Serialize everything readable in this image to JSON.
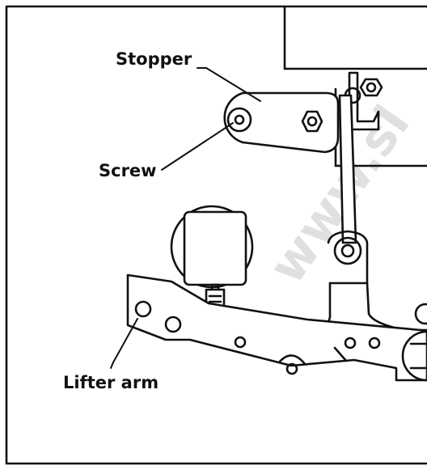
{
  "labels": {
    "stopper": "Stopper",
    "screw": "Screw",
    "lifter_arm": "Lifter arm"
  },
  "watermark": "www.sl",
  "colors": {
    "line": "#111111",
    "background": "#ffffff",
    "watermark": "#c8c8c8"
  }
}
